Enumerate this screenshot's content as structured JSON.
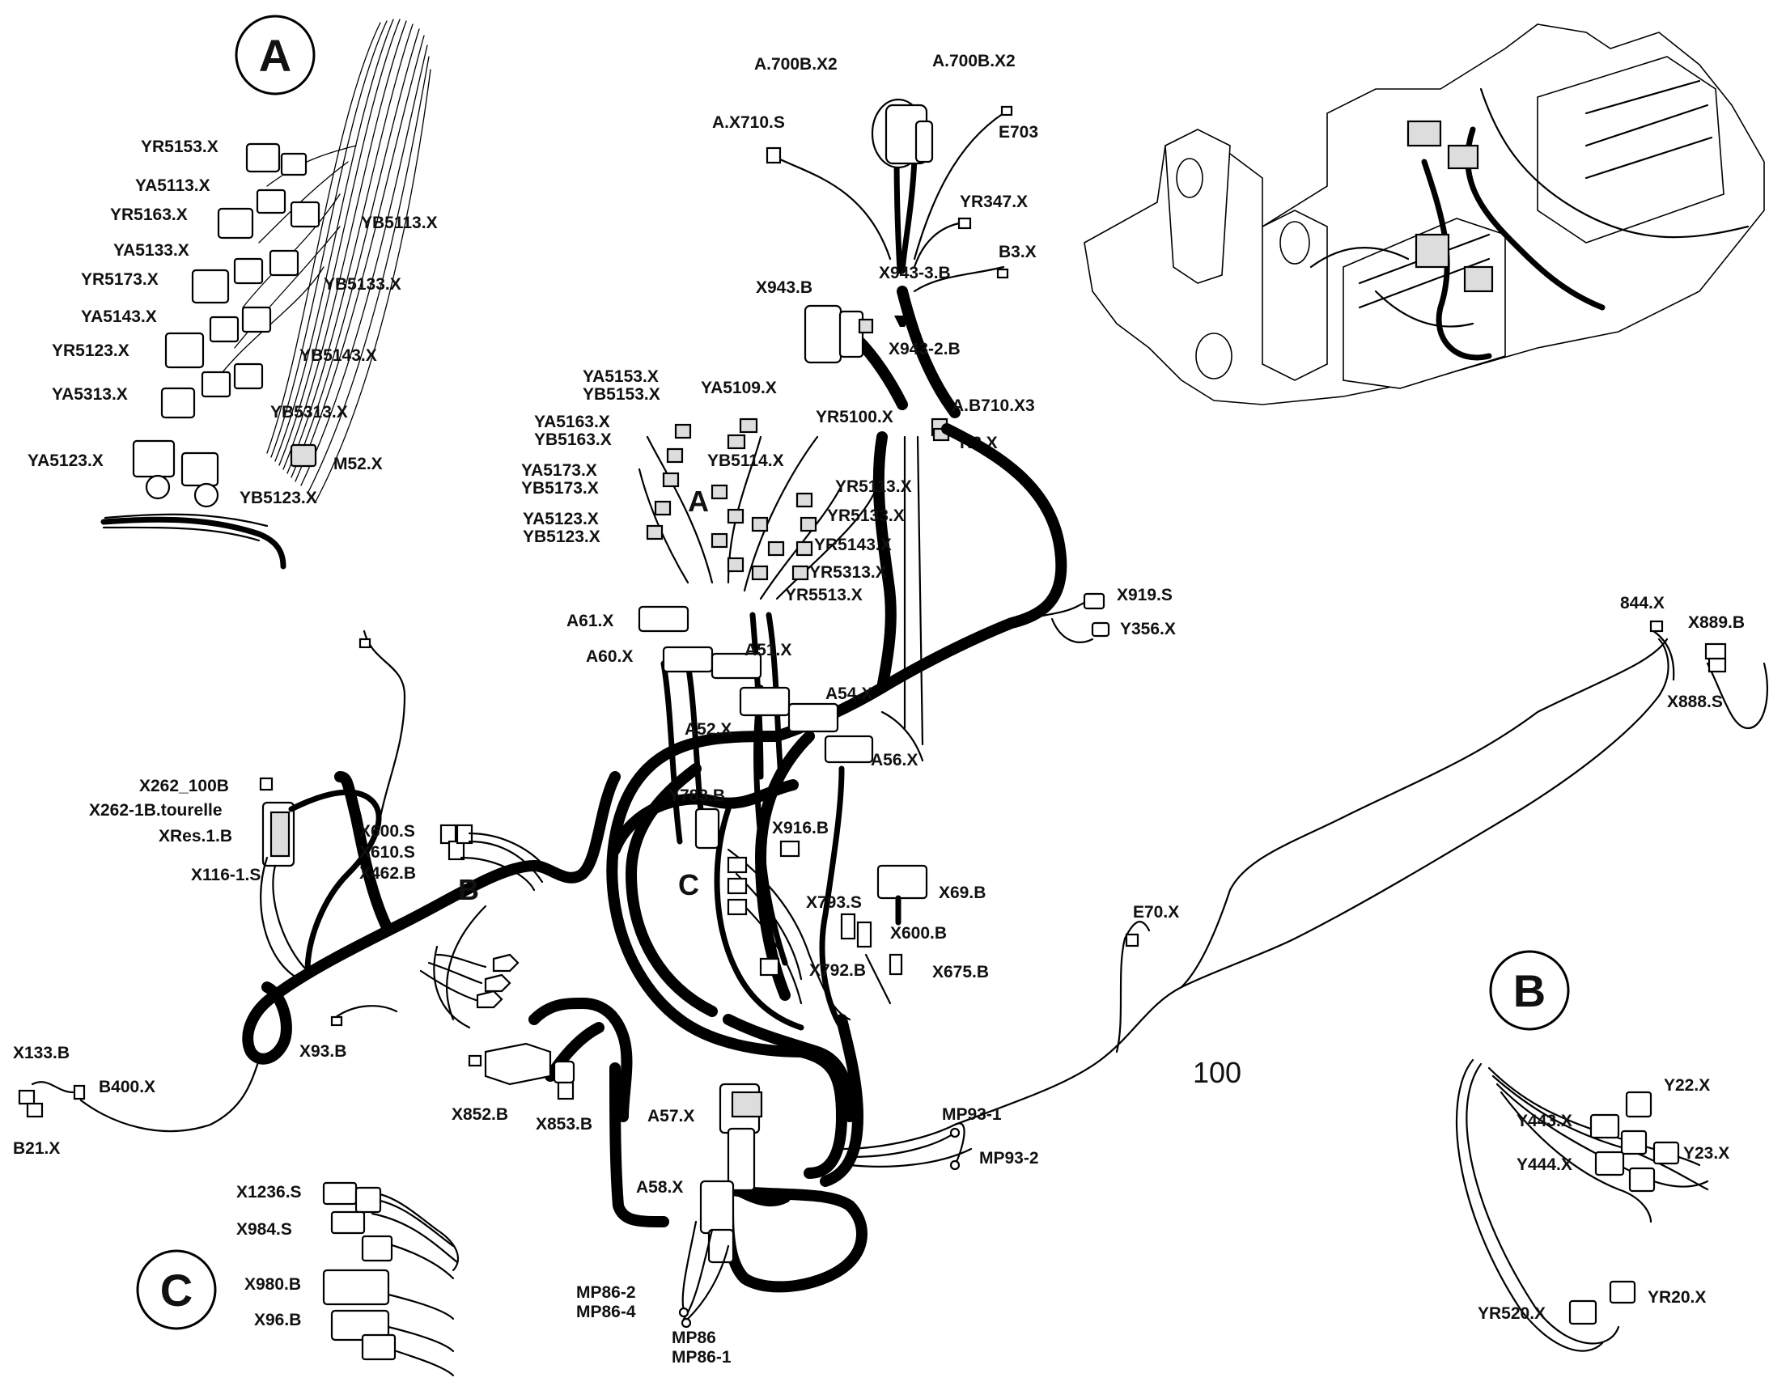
{
  "sheet_number": "100",
  "detail_markers": {
    "A": "A",
    "B": "B",
    "C": "C"
  },
  "zone_markers": {
    "A": "A",
    "B": "B",
    "C": "C"
  },
  "detail_a_labels": {
    "YR5153": "YR5153.X",
    "YA5113": "YA5113.X",
    "YR5163": "YR5163.X",
    "YB5113": "YB5113.X",
    "YA5133": "YA5133.X",
    "YR5173": "YR5173.X",
    "YB5133": "YB5133.X",
    "YA5143": "YA5143.X",
    "YR5123": "YR5123.X",
    "YB5143": "YB5143.X",
    "YA5313": "YA5313.X",
    "YB5313": "YB5313.X",
    "YA5123": "YA5123.X",
    "M52": "M52.X",
    "YB5123": "YB5123.X"
  },
  "top_labels": {
    "A700B_X2_left": "A.700B.X2",
    "A700B_X2_right": "A.700B.X2",
    "AX710S": "A.X710.S",
    "E703": "E703",
    "YR347": "YR347.X",
    "X943B": "X943.B",
    "B3X": "B3.X",
    "X943_3B": "X943-3.B",
    "X943_2B": "X943-2.B",
    "AB710X3": "A.B710.X3",
    "R8X": "R8.X"
  },
  "center_labels": {
    "YA5153": "YA5153.X",
    "YB5153": "YB5153.X",
    "YA5109": "YA5109.X",
    "YA5163": "YA5163.X",
    "YB5163": "YB5163.X",
    "YR5100": "YR5100.X",
    "YA5173": "YA5173.X",
    "YB5173": "YB5173.X",
    "YB5114": "YB5114.X",
    "YR5113": "YR5113.X",
    "YR5133": "YR5133.X",
    "YA5123": "YA5123.X",
    "YB5123": "YB5123.X",
    "YR5143": "YR5143.X",
    "YR5313": "YR5313.X",
    "YR5513": "YR5513.X",
    "X919S": "X919.S",
    "Y356X": "Y356.X",
    "A61X": "A61.X",
    "A60X": "A60.X",
    "A51X": "A51.X",
    "A54X": "A54.X",
    "A52X": "A52.X",
    "A56X": "A56.X",
    "Y783B": "Y783.B",
    "X916B": "X916.B",
    "X793S": "X793.S",
    "X69B": "X69.B",
    "X600B": "X600.B",
    "X792B": "X792.B",
    "X675B": "X675.B",
    "A57X": "A57.X",
    "A58X": "A58.X",
    "MP93_1": "MP93-1",
    "MP93_2": "MP93-2",
    "MP86_2": "MP86-2",
    "MP86_4": "MP86-4",
    "MP86": "MP86",
    "MP86_1": "MP86-1"
  },
  "left_labels": {
    "X262_100B": "X262_100B",
    "X262_1B": "X262-1B.tourelle",
    "XRes1B": "XRes.1.B",
    "X116_1S": "X116-1.S",
    "X600S": "X600.S",
    "X610S": "X610.S",
    "X462B": "X462.B",
    "X133B": "X133.B",
    "B400X": "B400.X",
    "B21X": "B21.X",
    "X93B": "X93.B",
    "X852B": "X852.B",
    "X853B": "X853.B"
  },
  "detail_c_labels": {
    "X1236S": "X1236.S",
    "X984S": "X984.S",
    "X980B": "X980.B",
    "X96B": "X96.B"
  },
  "right_labels": {
    "X844": "844.X",
    "X889B": "X889.B",
    "X888S": "X888.S",
    "E70X": "E70.X"
  },
  "detail_b_labels": {
    "Y22X": "Y22.X",
    "Y443X": "Y443.X",
    "Y23X": "Y23.X",
    "Y444X": "Y444.X",
    "YR520X": "YR520.X",
    "YR20X": "YR20.X"
  }
}
